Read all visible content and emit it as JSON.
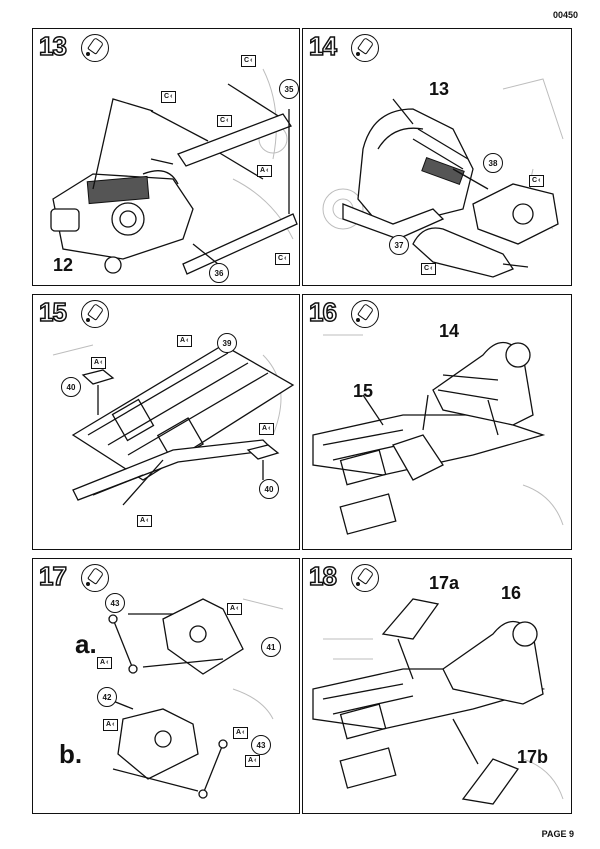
{
  "header": {
    "doc_code": "00450"
  },
  "footer": {
    "page_label": "PAGE 9"
  },
  "glue_icon": "glue-tube-icon",
  "panels": [
    {
      "step": "13",
      "big_labels": [
        "12"
      ],
      "callouts": [
        "35",
        "36"
      ],
      "tags": [
        "C",
        "C",
        "C",
        "A",
        "C"
      ]
    },
    {
      "step": "14",
      "big_labels": [
        "13"
      ],
      "callouts": [
        "38",
        "37"
      ],
      "tags": [
        "C",
        "C"
      ]
    },
    {
      "step": "15",
      "big_labels": [],
      "callouts": [
        "39",
        "40",
        "40"
      ],
      "tags": [
        "A",
        "A",
        "A",
        "A"
      ]
    },
    {
      "step": "16",
      "big_labels": [
        "14",
        "15"
      ],
      "callouts": [],
      "tags": []
    },
    {
      "step": "17",
      "big_labels": [
        "a.",
        "b."
      ],
      "callouts": [
        "43",
        "41",
        "42",
        "43"
      ],
      "tags": [
        "A",
        "A",
        "A",
        "A",
        "A"
      ]
    },
    {
      "step": "18",
      "big_labels": [
        "17a",
        "16",
        "17b"
      ],
      "callouts": [],
      "tags": []
    }
  ]
}
